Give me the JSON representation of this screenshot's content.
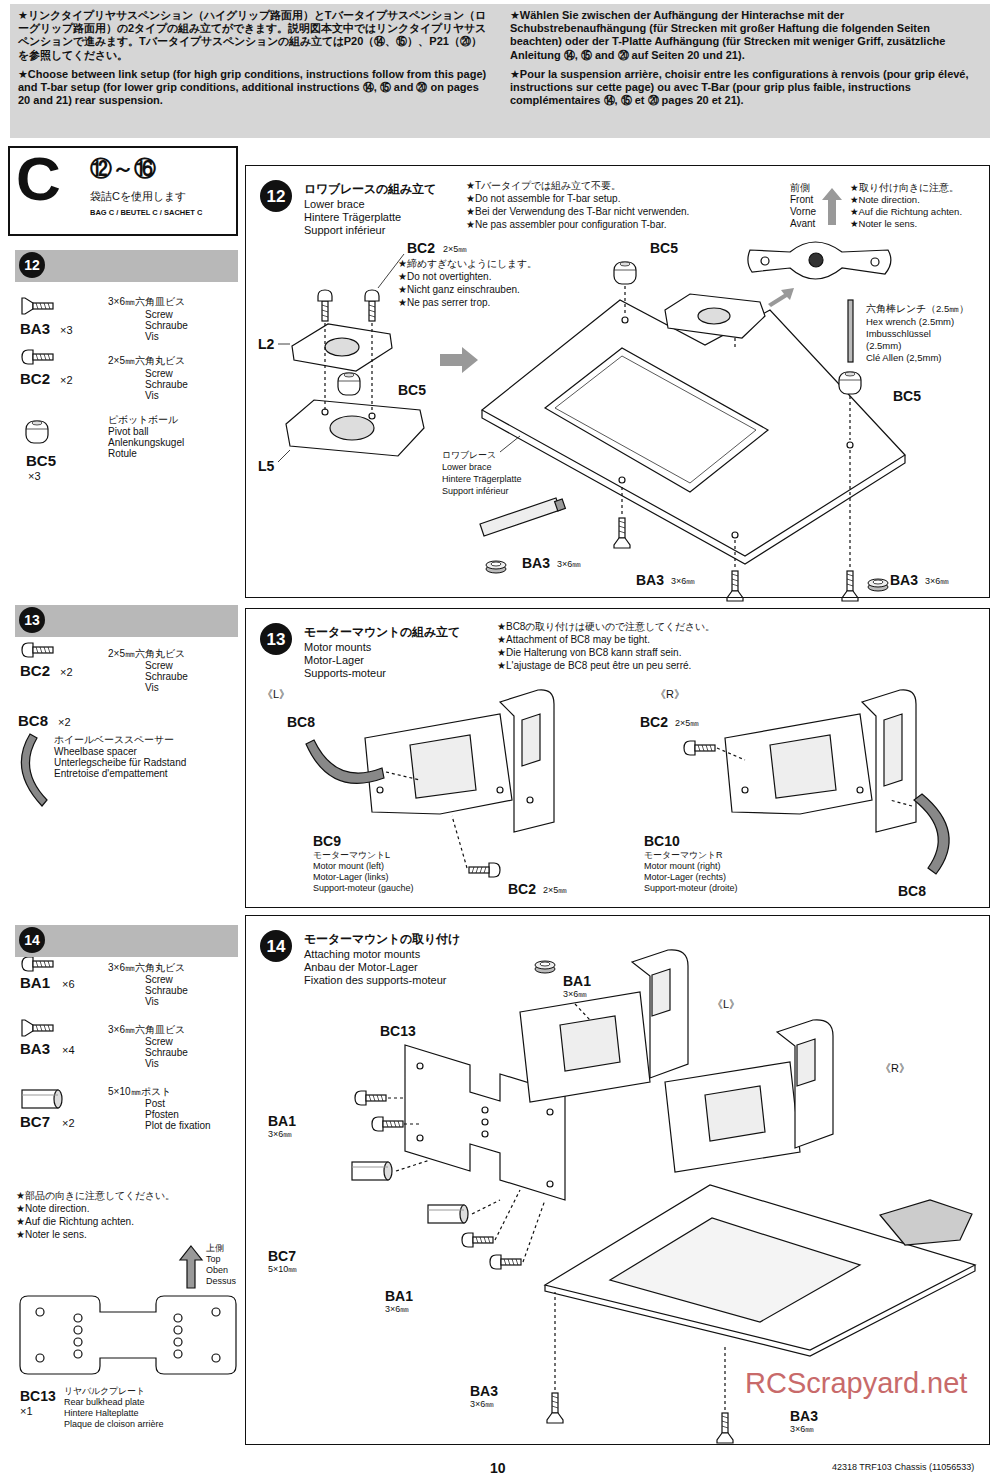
{
  "diagram": {
    "nodes": [
      {
        "text": [
          "★リンクタイプリヤサスペンション（ハイグリップ路面用）とTバータイプサスペンション（ローグリップ路面用）の2タイプの組み立てができます。説明図本文中ではリンクタイプリヤサスペンションで進みます。Tバータイプサスペンションの組み立てはP20（⑭、⑮）、P21（⑳）を参照してください。",
          "★Choose between link setup (for high grip conditions, instructions follow from this page) and T-bar setup (for lower grip conditions, additional instructions ⑭, ⑮ and ⑳ on pages 20 and 21) rear suspension.",
          "★Wählen Sie zwischen der Aufhängung der Hinterachse mit der Schubstrebenaufhängung (für Strecken mit großer Haftung die folgenden Seiten beachten) oder der T-Platte Aufhängung (für Strecken mit weniger Griff, zusätzliche Anleitung ⑭, ⑮ and ⑳ auf Seiten 20 und 21).",
          "★Pour la suspension arrière, choisir entre les configurations à renvois (pour grip élevé, instructions sur cette page) ou avec T-Bar (pour grip plus faible, instructions complémentaires ⑭, ⑮ et ⑳ pages 20 et 21)."
        ]
      },
      {
        "text": [
          "C",
          "⑫～⑯",
          "袋詰Cを使用します",
          "BAG C / BEUTEL C / SACHET C"
        ]
      },
      {
        "text": [
          "12"
        ]
      },
      {
        "text": [
          "12",
          "ロワブレースの組み立て",
          "Lower brace",
          "Hintere Trägerplatte",
          "Support inférieur"
        ]
      },
      {
        "text": [
          "13"
        ]
      },
      {
        "text": [
          "13",
          "モーターマウントの組み立て",
          "Motor mounts",
          "Motor-Lager",
          "Supports-moteur"
        ]
      },
      {
        "text": [
          "14"
        ]
      },
      {
        "text": [
          "14",
          "モーターマウントの取り付け",
          "Attaching motor mounts",
          "Anbau der Motor-Lager",
          "Fixation des supports-moteur"
        ]
      }
    ],
    "labels": [
      "BA3",
      "×3",
      "3×6㎜六角皿ビス",
      "Screw",
      "Schraube",
      "Vis",
      "BC2",
      "×2",
      "2×5㎜六角丸ビス",
      "Screw",
      "Schraube",
      "Vis",
      "ピボットボール",
      "Pivot ball",
      "Anlenkungskugel",
      "Rotule",
      "BC5",
      "×3",
      "★Tバータイプでは組み立て不要。",
      "★Do not assemble for T-bar setup.",
      "★Bei der Verwendung des T-Bar nicht verwenden.",
      "★Ne pas assembler pour configuration T-bar.",
      "前側",
      "Front",
      "Vorne",
      "Avant",
      "★取り付け向きに注意。",
      "★Note direction.",
      "★Auf die Richtung achten.",
      "★Noter le sens.",
      "BC5",
      "BC2",
      "2×5㎜",
      "★締めすぎないようにします。",
      "★Do not overtighten.",
      "★Nicht ganz einschrauben.",
      "★Ne pas serrer trop.",
      "L2",
      "BC5",
      "L5",
      "ロワブレース",
      "Lower brace",
      "Hintere Trägerplatte",
      "Support inférieur",
      "BA3",
      "3×6㎜",
      "BA3",
      "3×6㎜",
      "BA3",
      "3×6㎜",
      "六角棒レンチ（2.5㎜）",
      "Hex wrench (2.5mm)",
      "Imbusschlüssel",
      "(2.5mm)",
      "Clé Allen (2,5mm)",
      "BC5",
      "BC2",
      "×2",
      "2×5㎜六角丸ビス",
      "Screw",
      "Schraube",
      "Vis",
      "BC8",
      "×2",
      "ホイールベーススペーサー",
      "Wheelbase spacer",
      "Unterlegscheibe für Radstand",
      "Entretoise d'empattement",
      "★BC8の取り付けは硬いので注意してください。",
      "★Attachment of BC8 may be tight.",
      "★Die Halterung von BC8 kann straff sein.",
      "★L'ajustage de BC8 peut être un peu serré.",
      "《L》",
      "BC8",
      "BC9",
      "モーターマウントL",
      "Motor mount (left)",
      "Motor-Lager (links)",
      "Support-moteur (gauche)",
      "BC2",
      "2×5㎜",
      "《R》",
      "BC2",
      "2×5㎜",
      "BC10",
      "モーターマウントR",
      "Motor mount (right)",
      "Motor-Lager (rechts)",
      "Support-moteur (droite)",
      "BC8",
      "BA1",
      "×6",
      "3×6㎜六角丸ビス",
      "Screw",
      "Schraube",
      "Vis",
      "BA3",
      "×4",
      "3×6㎜六角皿ビス",
      "Screw",
      "Schraube",
      "Vis",
      "BC7",
      "×2",
      "5×10㎜ポスト",
      "Post",
      "Pfosten",
      "Plot de fixation",
      "★部品の向きに注意してください。",
      "★Note direction.",
      "★Auf die Richtung achten.",
      "★Noter le sens.",
      "上側",
      "Top",
      "Oben",
      "Dessus",
      "BC13",
      "×1",
      "リヤバルクプレート",
      "Rear bulkhead plate",
      "Hintere Halteplatte",
      "Plaque de cloison arrière",
      "BA1",
      "3×6㎜",
      "《L》",
      "《R》",
      "BC13",
      "BA1",
      "3×6㎜",
      "BC7",
      "5×10㎜",
      "BA1",
      "3×6㎜",
      "BA3",
      "3×6㎜",
      "BA3",
      "3×6㎜",
      "RCScrapyard.net",
      "10",
      "42318 TRF103 Chassis (11056533)"
    ]
  }
}
